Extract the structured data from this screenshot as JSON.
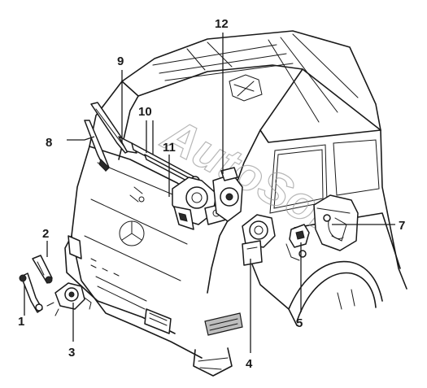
{
  "callouts": [
    {
      "id": "1",
      "text": "1"
    },
    {
      "id": "2",
      "text": "2"
    },
    {
      "id": "3",
      "text": "3"
    },
    {
      "id": "4",
      "text": "4"
    },
    {
      "id": "5",
      "text": "5"
    },
    {
      "id": "7",
      "text": "7"
    },
    {
      "id": "8",
      "text": "8"
    },
    {
      "id": "9",
      "text": "9"
    },
    {
      "id": "10",
      "text": "10"
    },
    {
      "id": "11",
      "text": "11"
    },
    {
      "id": "12",
      "text": "12"
    }
  ],
  "watermark": "AutoSoft"
}
